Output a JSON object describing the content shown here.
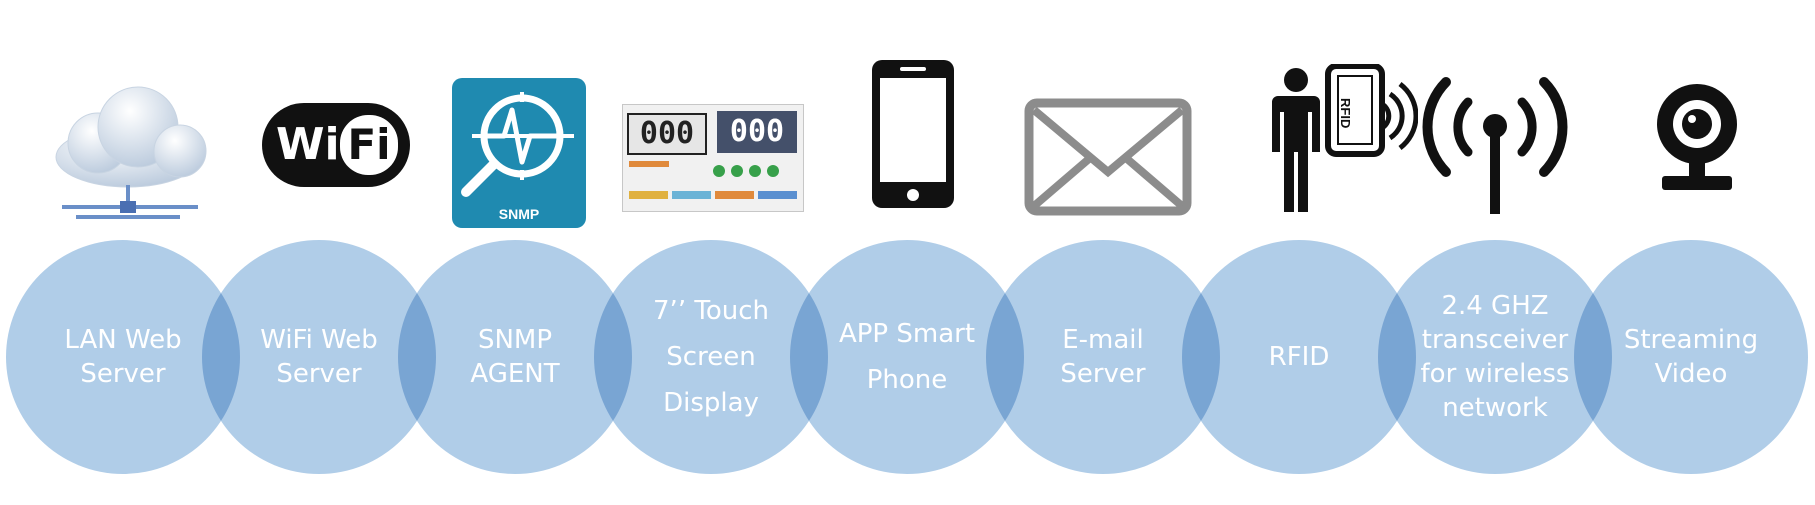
{
  "icons": {
    "wifi_logo_left": "Wi",
    "wifi_logo_right": "Fi",
    "snmp_logo": "SNMP",
    "rfid_card": "RFID",
    "display_left_digits": "000",
    "display_right_digits": "000"
  },
  "features": [
    {
      "label": "LAN Web\nServer"
    },
    {
      "label": "WiFi Web\nServer"
    },
    {
      "label": "SNMP\nAGENT"
    },
    {
      "label": "7’’ Touch\nScreen\nDisplay"
    },
    {
      "label": "APP Smart\nPhone"
    },
    {
      "label": "E-mail\nServer"
    },
    {
      "label": "RFID"
    },
    {
      "label": "2.4 GHZ\ntransceiver\nfor wireless\nnetwork"
    },
    {
      "label": "Streaming\nVideo"
    }
  ],
  "colors": {
    "circle_fill": "#a2c4e4",
    "circle_text": "#ffffff",
    "snmp_blue": "#1f8ab0",
    "envelope_gray": "#8c8c8c"
  }
}
